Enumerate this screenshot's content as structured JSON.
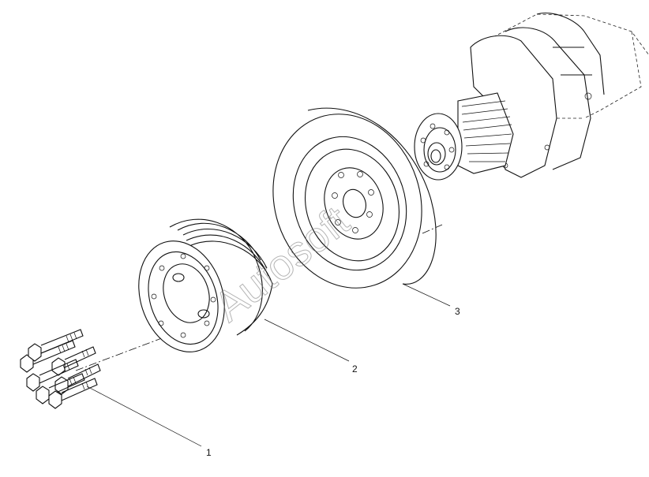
{
  "diagram": {
    "watermark": "Autosoft",
    "callouts": [
      {
        "id": "1",
        "label": "1"
      },
      {
        "id": "2",
        "label": "2"
      },
      {
        "id": "3",
        "label": "3"
      }
    ],
    "line_color": "#111111",
    "background": "#ffffff"
  }
}
